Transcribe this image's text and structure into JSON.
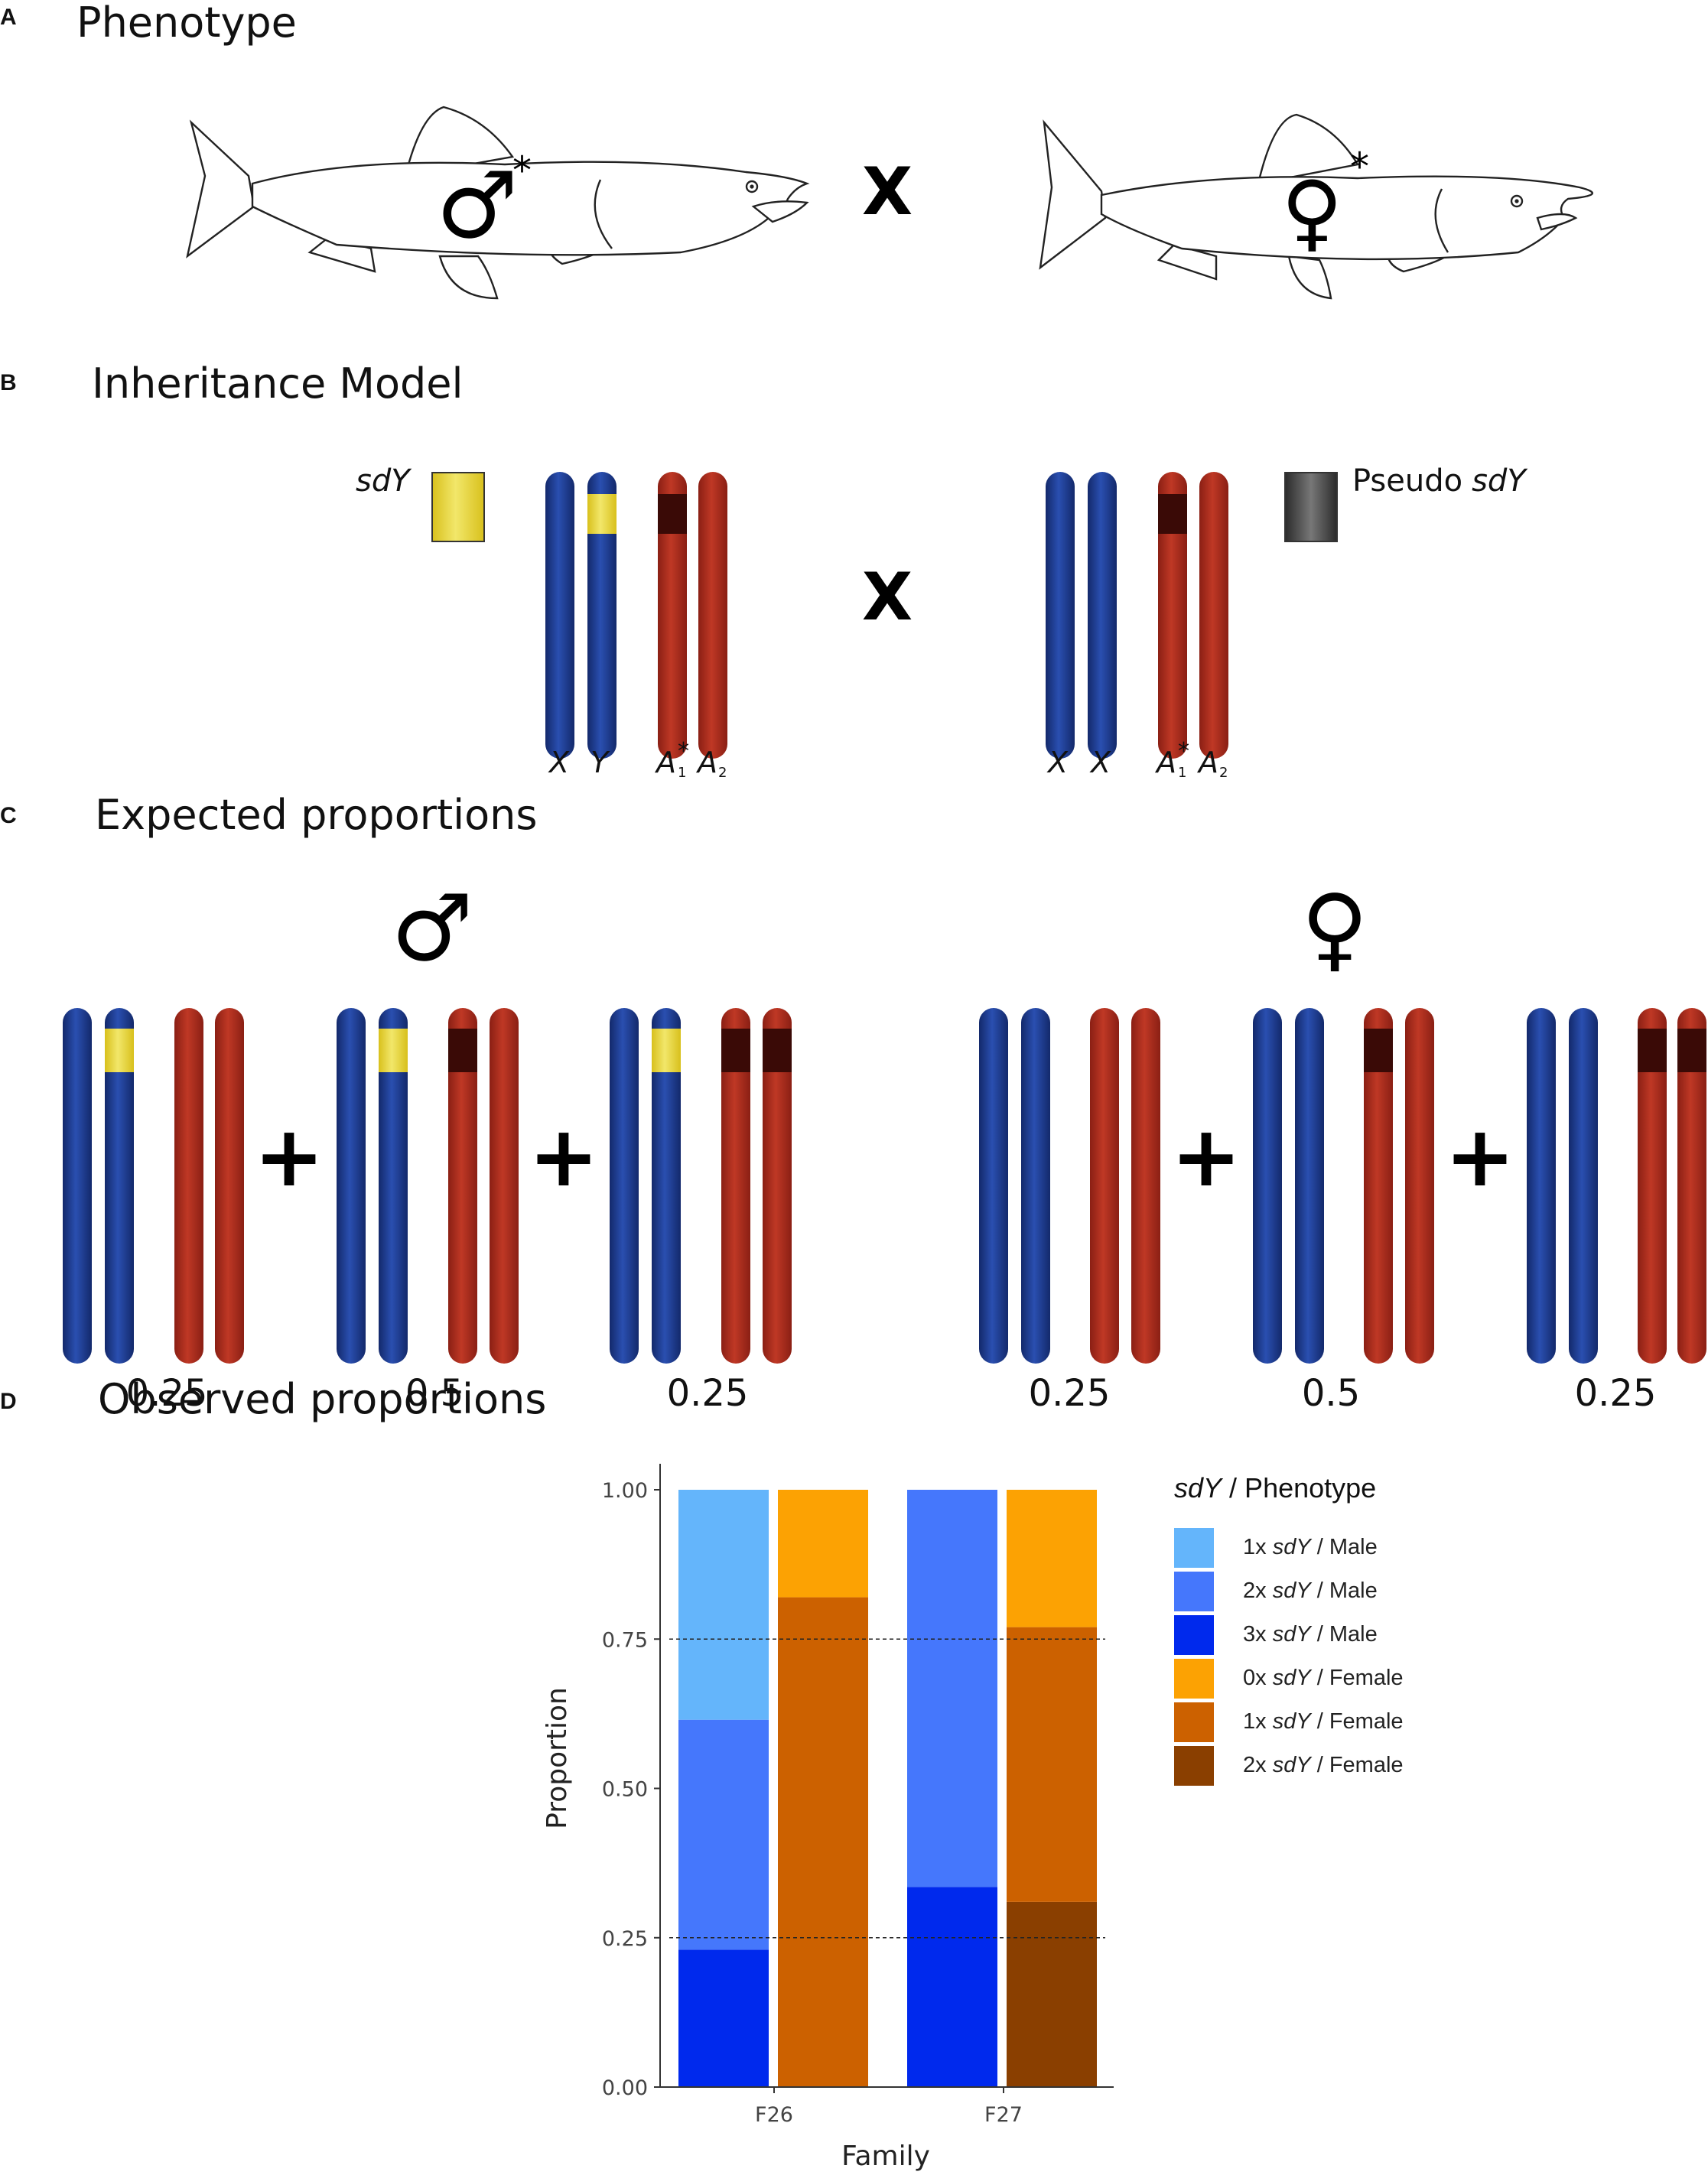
{
  "panels": {
    "a": {
      "letter": "A",
      "title": "Phenotype"
    },
    "b": {
      "letter": "B",
      "title": "Inheritance Model"
    },
    "c": {
      "letter": "C",
      "title": "Expected proportions"
    },
    "d": {
      "letter": "D",
      "title": "Observed proportions"
    }
  },
  "phenotype": {
    "male_symbol": "♂",
    "female_symbol": "♀",
    "asterisk": "*",
    "cross": "X"
  },
  "inheritance": {
    "sdy_label": "sdY",
    "pseudo_label": "Pseudo",
    "pseudo_label_italic": "sdY",
    "cross": "X",
    "male_chrom_labels": [
      "X",
      "Y",
      "A",
      "A"
    ],
    "female_chrom_labels": [
      "X",
      "X",
      "A",
      "A"
    ],
    "a1_sub": "1",
    "a1_sup": "*",
    "a2_sub": "2"
  },
  "expected": {
    "male_symbol": "♂",
    "female_symbol": "♀",
    "plus": "+",
    "male_props": [
      "0.25",
      "0.5",
      "0.25"
    ],
    "female_props": [
      "0.25",
      "0.5",
      "0.25"
    ]
  },
  "colors": {
    "x_chrom": "#1e3a8f",
    "autosome": "#a92a1d",
    "sdy": "#e5d52a",
    "pseudo": "#3a0a06",
    "pseudo_key": "#4a4a4a"
  },
  "chart_data": {
    "type": "bar",
    "stacked": true,
    "xlabel": "Family",
    "ylabel": "Proportion",
    "ylim": [
      0,
      1
    ],
    "yticks": [
      "0.00",
      "0.25",
      "0.50",
      "0.75",
      "1.00"
    ],
    "reference_lines": [
      0.25,
      0.75
    ],
    "groups": [
      "F26",
      "F27"
    ],
    "legend": {
      "title_italic": "sdY",
      "title_rest": " / Phenotype",
      "position": "right",
      "items": [
        {
          "count": "1x ",
          "tag": "sdY",
          "rest": " / Male",
          "color": "#64b5fb"
        },
        {
          "count": "2x ",
          "tag": "sdY",
          "rest": " / Male",
          "color": "#4577fc"
        },
        {
          "count": "3x ",
          "tag": "sdY",
          "rest": " / Male",
          "color": "#0029ed"
        },
        {
          "count": "0x ",
          "tag": "sdY",
          "rest": " / Female",
          "color": "#fca203"
        },
        {
          "count": "1x ",
          "tag": "sdY",
          "rest": " / Female",
          "color": "#cc6100"
        },
        {
          "count": "2x ",
          "tag": "sdY",
          "rest": " / Female",
          "color": "#8a3f00"
        }
      ]
    },
    "bars": [
      {
        "group": "F26",
        "sex": "Male",
        "segments": [
          {
            "label": "3x sdY / Male",
            "value": 0.23,
            "color": "#0029ed"
          },
          {
            "label": "2x sdY / Male",
            "value": 0.385,
            "color": "#4577fc"
          },
          {
            "label": "1x sdY / Male",
            "value": 0.385,
            "color": "#64b5fb"
          }
        ]
      },
      {
        "group": "F26",
        "sex": "Female",
        "segments": [
          {
            "label": "1x sdY / Female",
            "value": 0.82,
            "color": "#cc6100"
          },
          {
            "label": "0x sdY / Female",
            "value": 0.18,
            "color": "#fca203"
          }
        ]
      },
      {
        "group": "F27",
        "sex": "Male",
        "segments": [
          {
            "label": "3x sdY / Male",
            "value": 0.335,
            "color": "#0029ed"
          },
          {
            "label": "2x sdY / Male",
            "value": 0.665,
            "color": "#4577fc"
          }
        ]
      },
      {
        "group": "F27",
        "sex": "Female",
        "segments": [
          {
            "label": "2x sdY / Female",
            "value": 0.31,
            "color": "#8a3f00"
          },
          {
            "label": "1x sdY / Female",
            "value": 0.46,
            "color": "#cc6100"
          },
          {
            "label": "0x sdY / Female",
            "value": 0.23,
            "color": "#fca203"
          }
        ]
      }
    ]
  }
}
